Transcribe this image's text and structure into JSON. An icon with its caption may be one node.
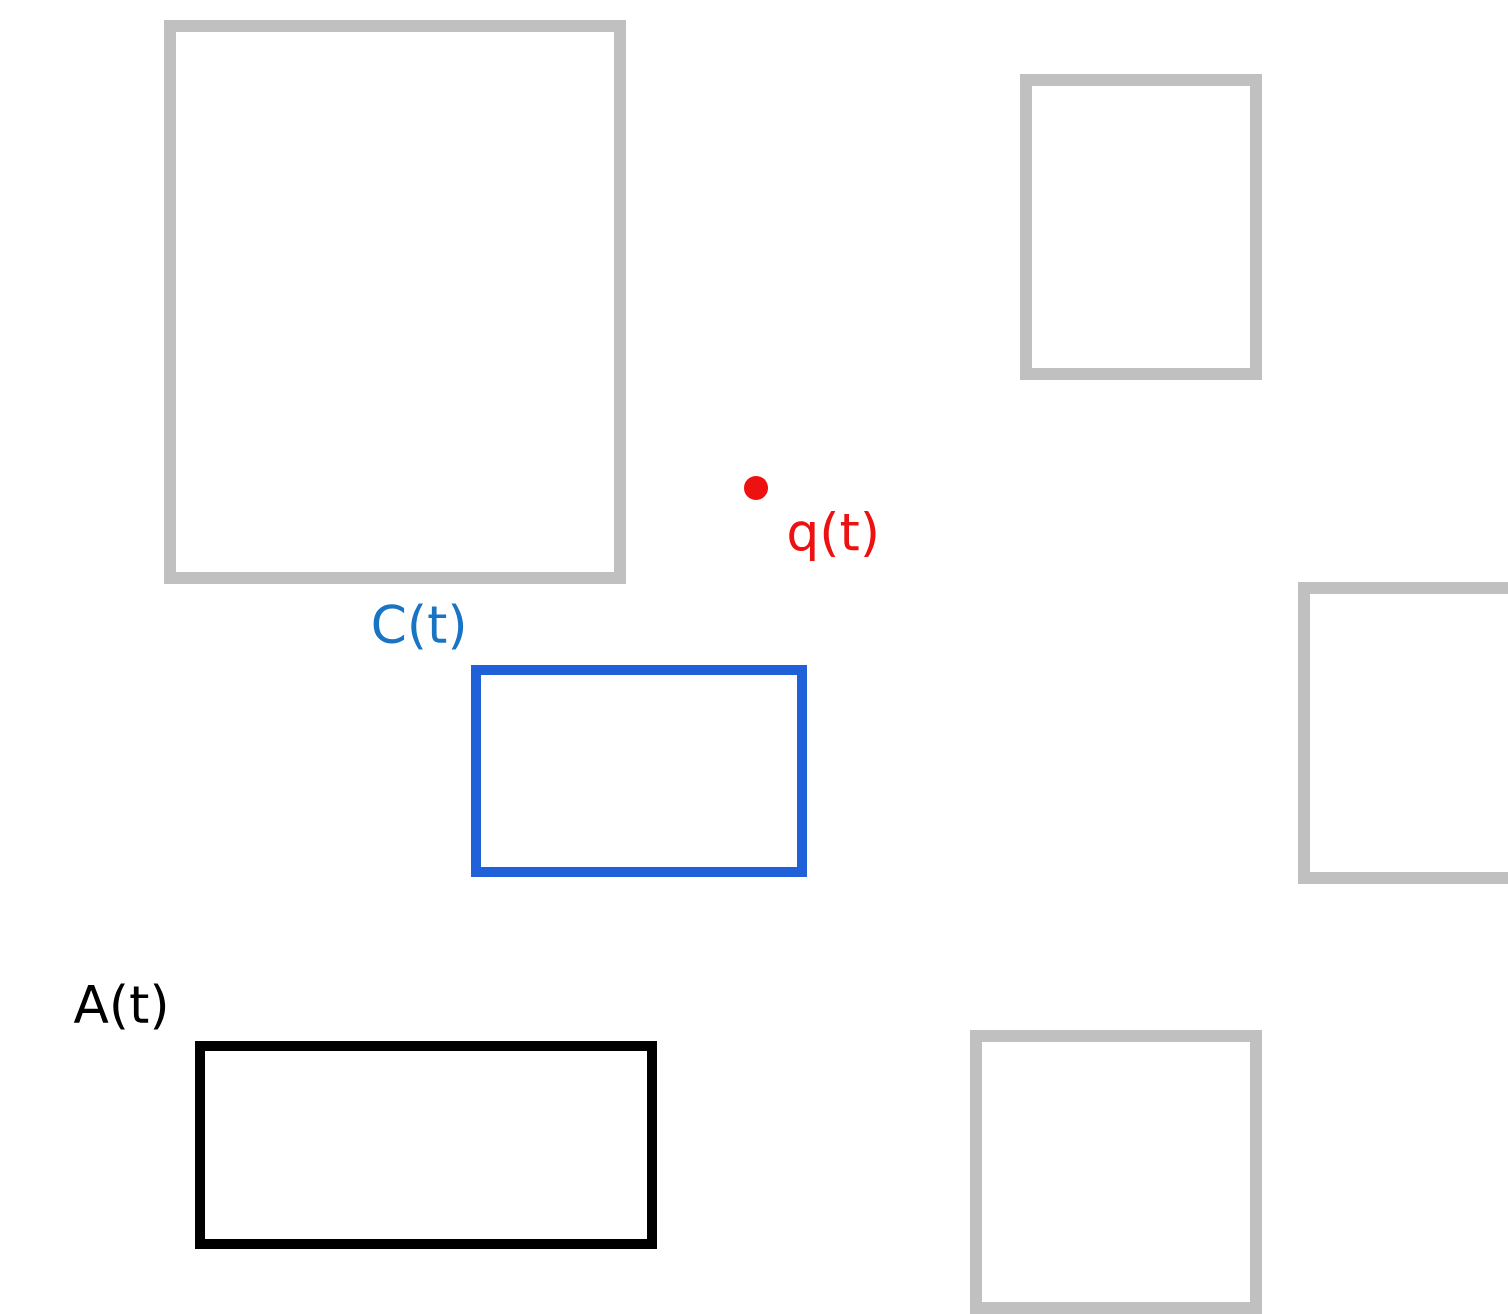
{
  "diagram": {
    "nodes": [
      {
        "text": [],
        "shape": "box"
      },
      {
        "text": [],
        "shape": "box"
      },
      {
        "text": [
          "q(t)"
        ]
      },
      {
        "text": [],
        "shape": "box"
      },
      {
        "text": [
          "C(t)"
        ]
      },
      {
        "text": [
          "A(t)"
        ]
      },
      {
        "text": [],
        "shape": "box"
      }
    ]
  }
}
